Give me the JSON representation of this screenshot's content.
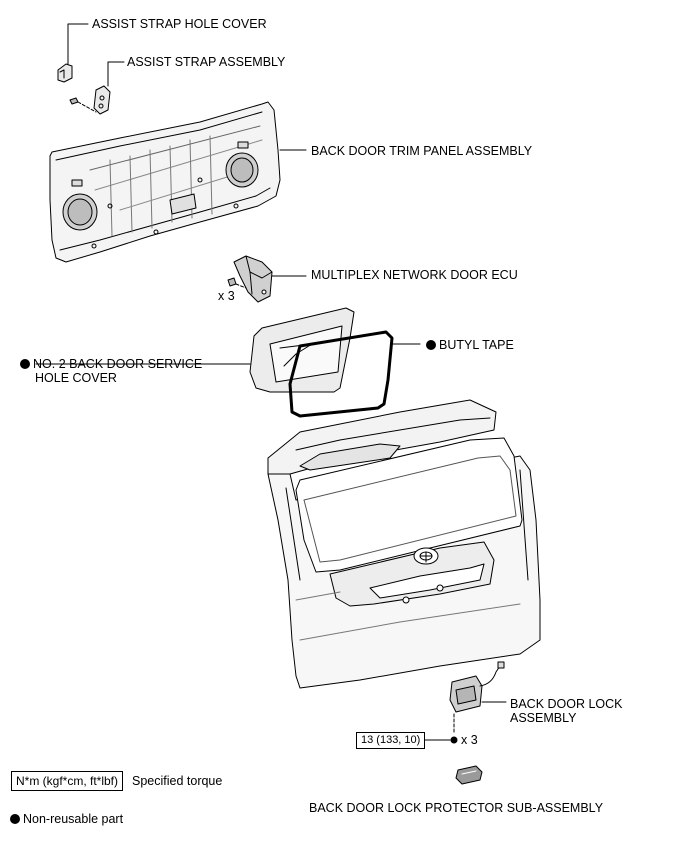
{
  "labels": {
    "assist_strap_hole_cover": "ASSIST STRAP HOLE COVER",
    "assist_strap_assembly": "ASSIST STRAP ASSEMBLY",
    "back_door_trim_panel": "BACK DOOR TRIM PANEL ASSEMBLY",
    "multiplex_ecu": "MULTIPLEX NETWORK DOOR ECU",
    "ecu_qty": "x 3",
    "butyl_tape": "BUTYL TAPE",
    "service_hole_cover_line1": "NO. 2 BACK DOOR SERVICE",
    "service_hole_cover_line2": "HOLE COVER",
    "lock_assembly_line1": "BACK DOOR LOCK",
    "lock_assembly_line2": "ASSEMBLY",
    "lock_torque": "13 (133, 10)",
    "lock_qty": "x 3",
    "lock_protector": "BACK DOOR LOCK PROTECTOR SUB-ASSEMBLY"
  },
  "legend": {
    "torque_unit": "N*m (kgf*cm, ft*lbf)",
    "torque_desc": "Specified torque",
    "non_reusable": "Non-reusable part"
  },
  "colors": {
    "line": "#000000",
    "fill_light": "#f2f2f2",
    "fill_mid": "#d8d8d8"
  }
}
